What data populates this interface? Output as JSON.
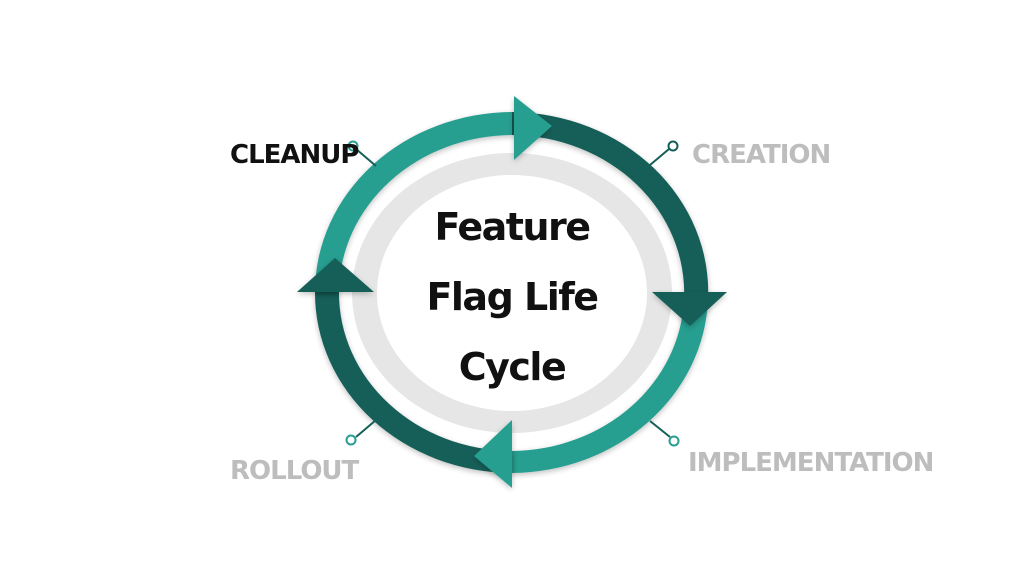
{
  "title_lines": [
    "Feature",
    "Flag Life",
    "Cycle"
  ],
  "stages": {
    "cleanup": "CLEANUP",
    "creation": "CREATION",
    "implementation": "IMPLEMENTATION",
    "rollout": "ROLLOUT"
  },
  "colors": {
    "teal_light": "#279e90",
    "teal_dark": "#165f58",
    "label_active": "#111111",
    "label_inactive": "#bdbdbd",
    "inner_ring": "#e6e6e6"
  }
}
